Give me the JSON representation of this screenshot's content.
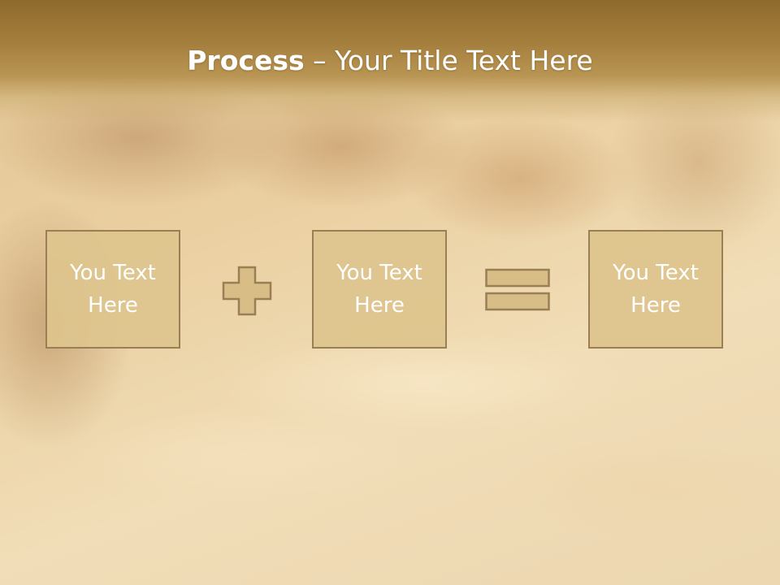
{
  "slide": {
    "title_bold": "Process",
    "title_rest": " – Your Title Text Here",
    "boxes": [
      {
        "text": "You Text Here"
      },
      {
        "text": "You Text Here"
      },
      {
        "text": "You Text Here"
      }
    ],
    "operators": [
      "plus-icon",
      "equals-icon"
    ]
  },
  "colors": {
    "title_bar": "#a47e3c",
    "box_fill": "#dec48d",
    "box_border": "#9a7f55",
    "text": "#ffffff"
  }
}
